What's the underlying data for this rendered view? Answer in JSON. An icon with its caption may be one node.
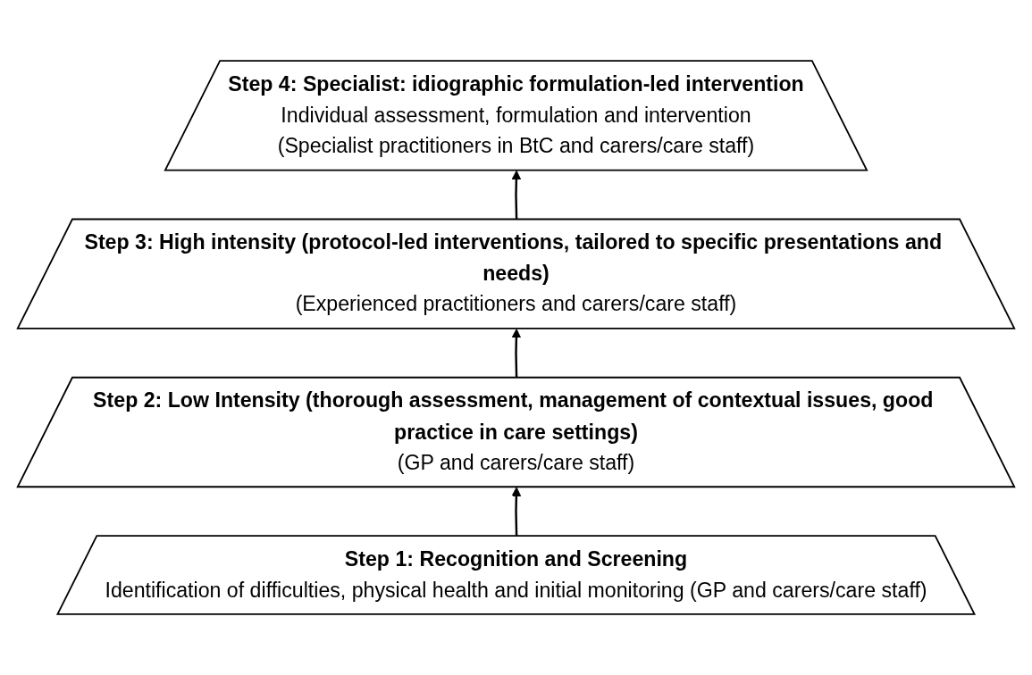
{
  "diagram": {
    "nodes": [
      {
        "text": [
          "Step 4: Specialist: idiographic formulation-led intervention",
          "Individual assessment, formulation and intervention",
          "(Specialist practitioners in BtC and carers/care staff)"
        ]
      },
      {
        "text": [
          "Step 3: High intensity (protocol-led interventions, tailored to specific presentations and needs)",
          "(Experienced practitioners and carers/care staff)"
        ]
      },
      {
        "text": [
          "Step 2: Low Intensity (thorough assessment, management of contextual issues, good practice in care settings)",
          "(GP and carers/care staff)"
        ]
      },
      {
        "text": [
          "Step 1: Recognition and Screening",
          "Identification of difficulties, physical health and initial monitoring (GP and carers/care staff)"
        ]
      }
    ],
    "edges": [
      {
        "from": 1,
        "to": 0,
        "arrow": "to"
      },
      {
        "from": 2,
        "to": 1,
        "arrow": "to"
      },
      {
        "from": 3,
        "to": 2,
        "arrow": "to"
      }
    ]
  }
}
